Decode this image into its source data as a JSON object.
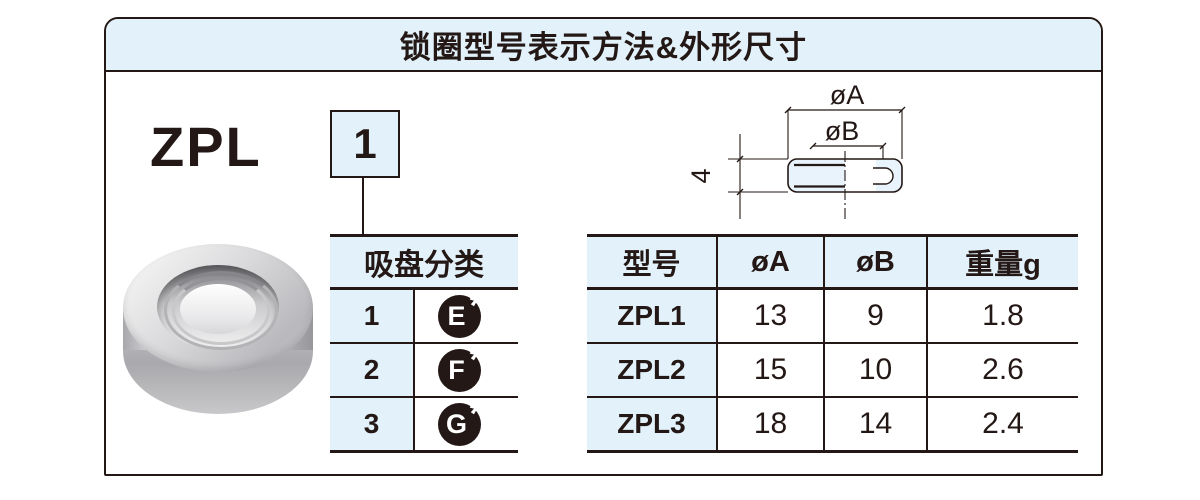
{
  "header": {
    "title": "锁圈型号表示方法&外形尺寸"
  },
  "model_code": {
    "prefix": "ZPL",
    "digit": "1"
  },
  "suction_table": {
    "title": "吸盘分类",
    "rows": [
      {
        "no": "1",
        "letter": "E",
        "star": "*"
      },
      {
        "no": "2",
        "letter": "F",
        "star": "*"
      },
      {
        "no": "3",
        "letter": "G",
        "star": "*"
      }
    ]
  },
  "drawing": {
    "dim_a": "øA",
    "dim_b": "øB",
    "dim_h": "4"
  },
  "spec_table": {
    "columns": [
      "型号",
      "øA",
      "øB",
      "重量g"
    ],
    "rows": [
      {
        "model": "ZPL1",
        "a": "13",
        "b": "9",
        "w": "1.8"
      },
      {
        "model": "ZPL2",
        "a": "15",
        "b": "10",
        "w": "2.6"
      },
      {
        "model": "ZPL3",
        "a": "18",
        "b": "14",
        "w": "2.4"
      }
    ]
  },
  "colors": {
    "ink": "#231815",
    "band_blue": "#e3f1fa",
    "drawing_fill": "#e8f3fb",
    "badge_bg": "#231815"
  }
}
